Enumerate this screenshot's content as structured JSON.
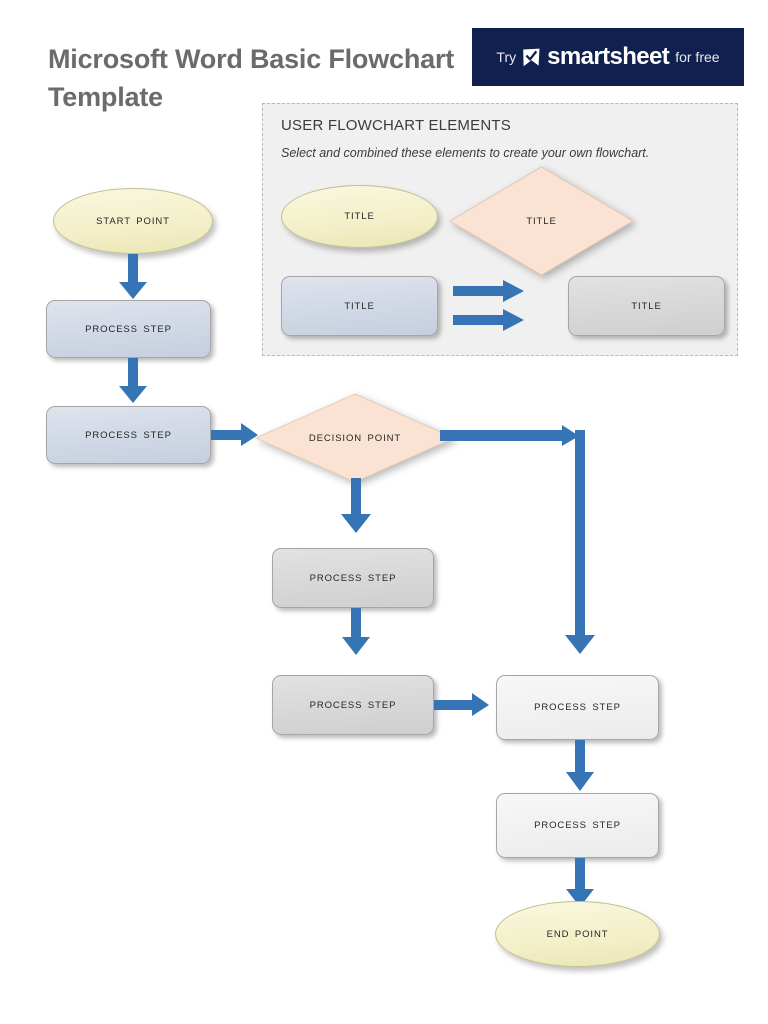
{
  "header": {
    "title": "Microsoft Word Basic Flowchart Template",
    "promo": {
      "try_label": "Try",
      "brand": "smartsheet",
      "free_label": "for free",
      "icon": "smartsheet-checkbox-logo",
      "background": "#10214f"
    }
  },
  "legend": {
    "title": "USER FLOWCHART ELEMENTS",
    "subtitle": "Select and combined these elements to create your own flowchart.",
    "background": "#f0f0f0",
    "border": "#b9b9b9",
    "shapes": [
      {
        "id": "legend-ellipse",
        "type": "ellipse",
        "label": "TITLE",
        "fill": "#f3efc8"
      },
      {
        "id": "legend-diamond",
        "type": "diamond",
        "label": "TITLE",
        "fill": "#fae3d3"
      },
      {
        "id": "legend-rect-blue",
        "type": "rect",
        "label": "TITLE",
        "fill": "#d0d8e5"
      },
      {
        "id": "legend-rect-gray",
        "type": "rect",
        "label": "TITLE",
        "fill": "#d7d7d7"
      }
    ],
    "arrows": [
      {
        "id": "legend-arrow-top",
        "direction": "right"
      },
      {
        "id": "legend-arrow-bottom",
        "direction": "right"
      }
    ]
  },
  "flowchart": {
    "arrow_color": "#3575b5",
    "nodes": [
      {
        "id": "start-point",
        "type": "ellipse",
        "label": "START POINT",
        "fill": "#f3efc8"
      },
      {
        "id": "process-step-1",
        "type": "rect",
        "label": "PROCESS STEP",
        "fill": "#d0d8e5"
      },
      {
        "id": "process-step-2",
        "type": "rect",
        "label": "PROCESS STEP",
        "fill": "#d0d8e5"
      },
      {
        "id": "decision-point",
        "type": "diamond",
        "label": "DECISION POINT",
        "fill": "#fae3d3"
      },
      {
        "id": "process-step-3",
        "type": "rect",
        "label": "PROCESS STEP",
        "fill": "#d7d7d7"
      },
      {
        "id": "process-step-4",
        "type": "rect",
        "label": "PROCESS STEP",
        "fill": "#d7d7d7"
      },
      {
        "id": "process-step-5",
        "type": "rect",
        "label": "PROCESS STEP",
        "fill": "#f1f1f1"
      },
      {
        "id": "process-step-6",
        "type": "rect",
        "label": "PROCESS STEP",
        "fill": "#f1f1f1"
      },
      {
        "id": "end-point",
        "type": "ellipse",
        "label": "END POINT",
        "fill": "#f3efc8"
      }
    ],
    "connectors": [
      {
        "id": "connector-start-to-p1",
        "from": "start-point",
        "to": "process-step-1",
        "direction": "down"
      },
      {
        "id": "connector-p1-to-p2",
        "from": "process-step-1",
        "to": "process-step-2",
        "direction": "down"
      },
      {
        "id": "connector-p2-to-decision",
        "from": "process-step-2",
        "to": "decision-point",
        "direction": "right"
      },
      {
        "id": "connector-decision-right",
        "from": "decision-point",
        "to": "process-step-5",
        "direction": "right"
      },
      {
        "id": "connector-decision-down",
        "from": "decision-point",
        "to": "process-step-3",
        "direction": "down"
      },
      {
        "id": "connector-p3-to-p4",
        "from": "process-step-3",
        "to": "process-step-4",
        "direction": "down"
      },
      {
        "id": "connector-p4-to-p5",
        "from": "process-step-4",
        "to": "process-step-5",
        "direction": "right"
      },
      {
        "id": "connector-long-vertical",
        "from": "decision-point",
        "to": "process-step-5",
        "direction": "down"
      },
      {
        "id": "connector-p5-to-p6",
        "from": "process-step-5",
        "to": "process-step-6",
        "direction": "down"
      },
      {
        "id": "connector-p6-to-end",
        "from": "process-step-6",
        "to": "end-point",
        "direction": "down"
      }
    ]
  }
}
